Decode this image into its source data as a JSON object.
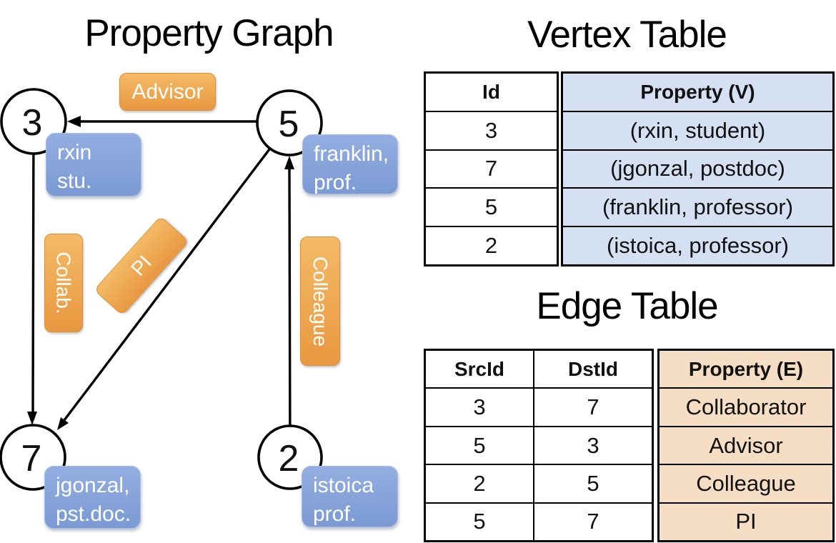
{
  "graph": {
    "title": "Property Graph",
    "nodes": [
      {
        "id": "3"
      },
      {
        "id": "5"
      },
      {
        "id": "7"
      },
      {
        "id": "2"
      }
    ],
    "vertex_boxes": [
      {
        "line1": "rxin",
        "line2": "stu."
      },
      {
        "line1": "franklin,",
        "line2": "prof."
      },
      {
        "line1": "jgonzal,",
        "line2": "pst.doc."
      },
      {
        "line1": "istoica",
        "line2": "prof."
      }
    ],
    "edges": [
      {
        "src": "5",
        "dst": "3",
        "label": "Advisor"
      },
      {
        "src": "3",
        "dst": "7",
        "label": "Collab."
      },
      {
        "src": "5",
        "dst": "7",
        "label": "PI"
      },
      {
        "src": "2",
        "dst": "5",
        "label": "Colleague"
      }
    ]
  },
  "vertex_table": {
    "title": "Vertex Table",
    "id_header": "Id",
    "prop_header": "Property (V)",
    "rows": [
      {
        "id": "3",
        "prop": "(rxin, student)"
      },
      {
        "id": "7",
        "prop": "(jgonzal, postdoc)"
      },
      {
        "id": "5",
        "prop": "(franklin, professor)"
      },
      {
        "id": "2",
        "prop": "(istoica, professor)"
      }
    ]
  },
  "edge_table": {
    "title": "Edge Table",
    "src_header": "SrcId",
    "dst_header": "DstId",
    "prop_header": "Property (E)",
    "rows": [
      {
        "src": "3",
        "dst": "7",
        "prop": "Collaborator"
      },
      {
        "src": "5",
        "dst": "3",
        "prop": "Advisor"
      },
      {
        "src": "2",
        "dst": "5",
        "prop": "Colleague"
      },
      {
        "src": "5",
        "dst": "7",
        "prop": "PI"
      }
    ]
  },
  "colors": {
    "edge_label_orange_top": "#F4BA66",
    "edge_label_orange_bottom": "#E99840",
    "vertex_box_blue_top": "#93AEE0",
    "vertex_box_blue_bottom": "#7B9AD4",
    "vertex_prop_column_fill": "#D6E0F3",
    "edge_prop_column_fill": "#F5DEC3",
    "line_black": "#000000"
  }
}
